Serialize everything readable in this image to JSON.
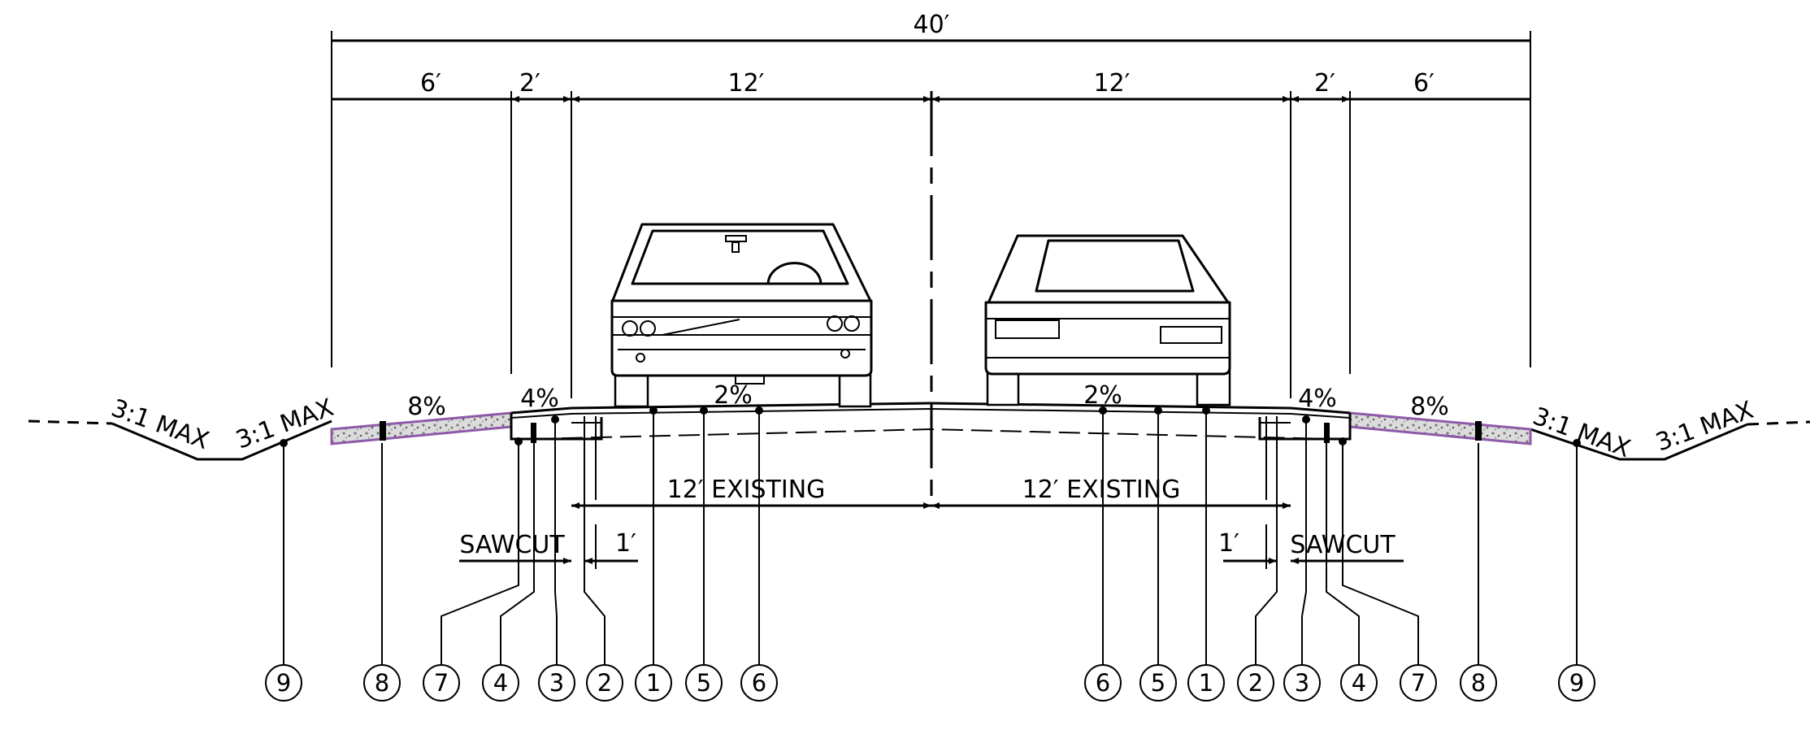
{
  "dimensions": {
    "overall": "40′",
    "left_shoulder": "6′",
    "left_gutter": "2′",
    "left_lane": "12′",
    "right_lane": "12′",
    "right_gutter": "2′",
    "right_shoulder": "6′",
    "left_existing": "12′ EXISTING",
    "right_existing": "12′ EXISTING",
    "left_offset": "1′",
    "right_offset": "1′"
  },
  "slopes": {
    "left_outer": "3:1 MAX",
    "left_inner": "3:1 MAX",
    "left_shoulder": "8%",
    "left_gutter": "4%",
    "left_lane": "2%",
    "right_lane": "2%",
    "right_gutter": "4%",
    "right_shoulder": "8%",
    "right_inner": "3:1 MAX",
    "right_outer": "3:1 MAX"
  },
  "labels": {
    "left_sawcut": "SAWCUT",
    "right_sawcut": "SAWCUT"
  },
  "callouts_left": [
    "9",
    "8",
    "7",
    "4",
    "3",
    "2",
    "1",
    "5",
    "6"
  ],
  "callouts_right": [
    "6",
    "5",
    "1",
    "2",
    "3",
    "4",
    "7",
    "8",
    "9"
  ],
  "colors": {
    "line": "#000000",
    "aggregate_edge": "#8e5aa8",
    "aggregate_fill": "#d9d9d9"
  }
}
